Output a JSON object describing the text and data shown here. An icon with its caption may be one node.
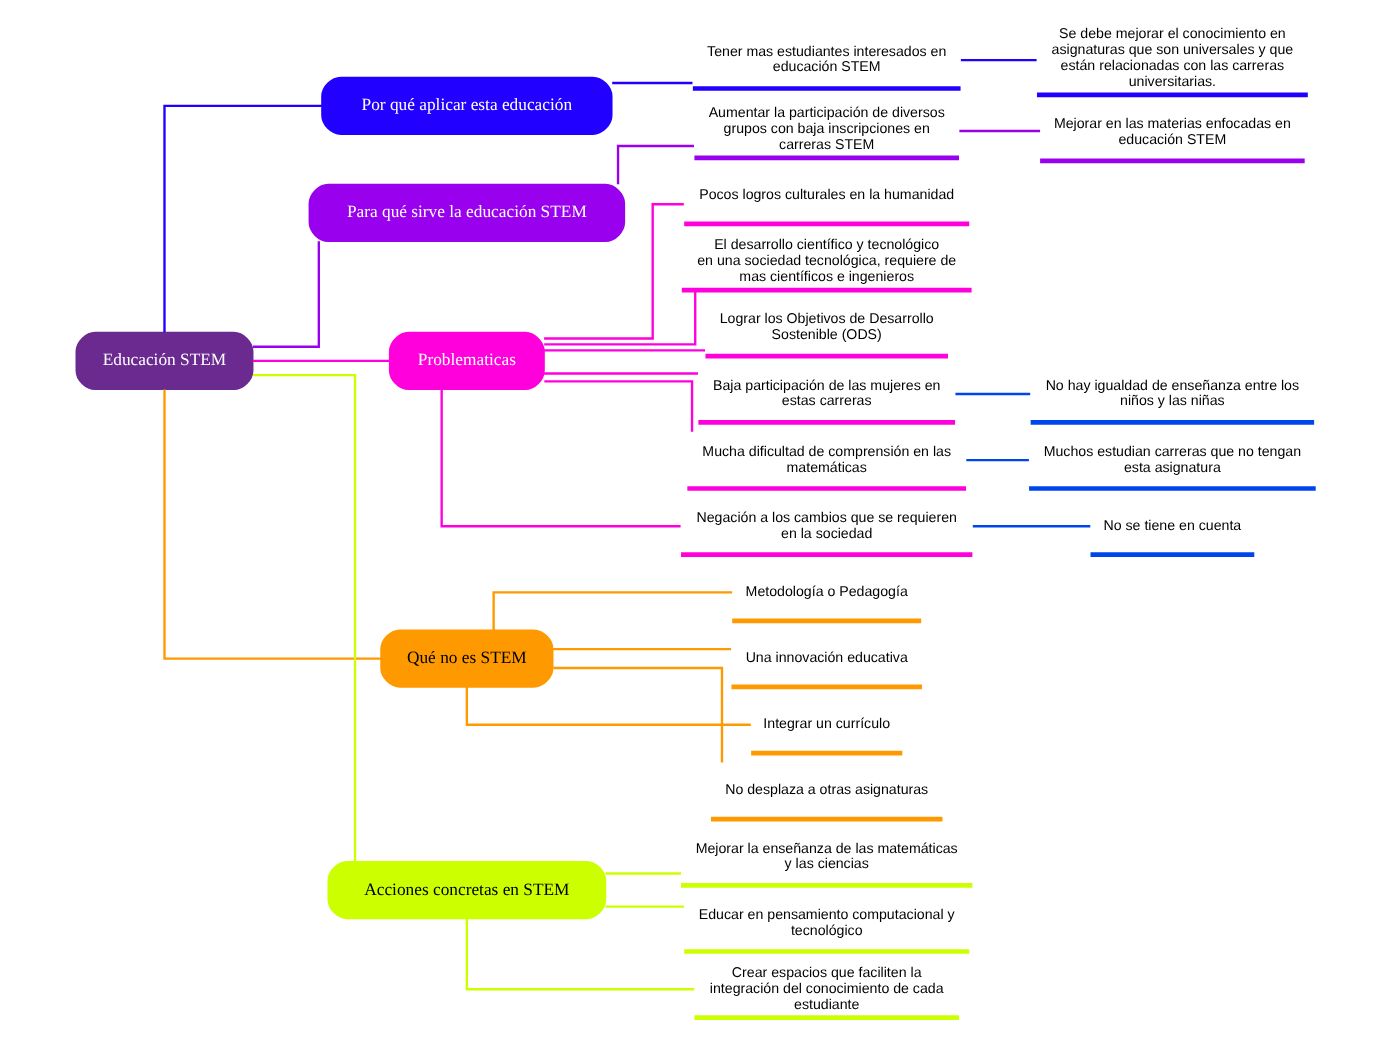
{
  "diagram": {
    "nodes": [
      {
        "text": [
          "Educación STEM"
        ]
      },
      {
        "text": [
          "Por qué aplicar esta educación"
        ]
      },
      {
        "text": [
          "Tener mas estudiantes interesados en educación STEM"
        ]
      },
      {
        "text": [
          "Se debe mejorar el conocimiento en asignaturas que son universales y que están relacionadas con las carreras universitarias."
        ]
      },
      {
        "text": [
          "Para qué sirve la educación STEM"
        ]
      },
      {
        "text": [
          "Aumentar la participación de diversos grupos con baja inscripciones en carreras STEM"
        ]
      },
      {
        "text": [
          "Mejorar en las materias enfocadas en educación STEM"
        ]
      },
      {
        "text": [
          "Problematicas"
        ]
      },
      {
        "text": [
          "Pocos logros culturales en la humanidad"
        ]
      },
      {
        "text": [
          "El desarrollo científico y tecnológico en una sociedad tecnológica, requiere de mas científicos e ingenieros"
        ]
      },
      {
        "text": [
          "Lograr los Objetivos de Desarrollo Sostenible (ODS)"
        ]
      },
      {
        "text": [
          "Baja participación de las mujeres en estas carreras"
        ]
      },
      {
        "text": [
          "No hay igualdad de enseñanza entre los niños y las niñas"
        ]
      },
      {
        "text": [
          "Mucha dificultad de comprensión en las matemáticas"
        ]
      },
      {
        "text": [
          "Muchos estudian carreras que no tengan esta asignatura"
        ]
      },
      {
        "text": [
          "Negación a los cambios que se requieren en la sociedad"
        ]
      },
      {
        "text": [
          "No se tiene en cuenta"
        ]
      },
      {
        "text": [
          "Qué no es STEM"
        ]
      },
      {
        "text": [
          "Metodología o Pedagogía"
        ]
      },
      {
        "text": [
          "Una innovación educativa"
        ]
      },
      {
        "text": [
          "Integrar un currículo"
        ]
      },
      {
        "text": [
          "No desplaza a otras asignaturas"
        ]
      },
      {
        "text": [
          "Acciones concretas en STEM"
        ]
      },
      {
        "text": [
          "Mejorar la enseñanza de las matemáticas y las ciencias"
        ]
      },
      {
        "text": [
          "Educar en pensamiento computacional y tecnológico"
        ]
      },
      {
        "text": [
          "Crear espacios que faciliten la integración del conocimiento de cada estudiante"
        ]
      }
    ],
    "edges": [
      {
        "from": 0,
        "to": 1,
        "arrow": "none",
        "color": "#2200ff"
      },
      {
        "from": 1,
        "to": 2,
        "arrow": "none",
        "color": "#2200ff"
      },
      {
        "from": 2,
        "to": 3,
        "arrow": "none",
        "color": "#2200ff"
      },
      {
        "from": 0,
        "to": 4,
        "arrow": "none",
        "color": "#9900ee"
      },
      {
        "from": 4,
        "to": 5,
        "arrow": "none",
        "color": "#9900ee"
      },
      {
        "from": 5,
        "to": 6,
        "arrow": "none",
        "color": "#9900ee"
      },
      {
        "from": 0,
        "to": 7,
        "arrow": "none"
      },
      {
        "from": 7,
        "to": 8,
        "arrow": "none"
      },
      {
        "from": 7,
        "to": 9,
        "arrow": "none"
      },
      {
        "from": 7,
        "to": 10,
        "arrow": "none"
      },
      {
        "from": 7,
        "to": 11,
        "arrow": "none"
      },
      {
        "from": 11,
        "to": 12,
        "arrow": "none",
        "color": "#0044ee"
      },
      {
        "from": 7,
        "to": 13,
        "arrow": "none"
      },
      {
        "from": 13,
        "to": 14,
        "arrow": "none",
        "color": "#0044ee"
      },
      {
        "from": 7,
        "to": 15,
        "arrow": "none"
      },
      {
        "from": 15,
        "to": 16,
        "arrow": "none",
        "color": "#0044ee"
      },
      {
        "from": 0,
        "to": 17,
        "arrow": "none",
        "color": "#ff9900"
      },
      {
        "from": 17,
        "to": 18,
        "arrow": "none",
        "color": "#ff9900"
      },
      {
        "from": 17,
        "to": 19,
        "arrow": "none",
        "color": "#ff9900"
      },
      {
        "from": 17,
        "to": 20,
        "arrow": "none",
        "color": "#ff9900"
      },
      {
        "from": 17,
        "to": 21,
        "arrow": "none",
        "color": "#ff9900"
      },
      {
        "from": 0,
        "to": 22,
        "arrow": "none",
        "color": "#ccff00"
      },
      {
        "from": 22,
        "to": 23,
        "arrow": "none",
        "color": "#ccff00"
      },
      {
        "from": 22,
        "to": 24,
        "arrow": "none",
        "color": "#ccff00"
      },
      {
        "from": 22,
        "to": 25,
        "arrow": "none",
        "color": "#ccff00"
      }
    ]
  }
}
